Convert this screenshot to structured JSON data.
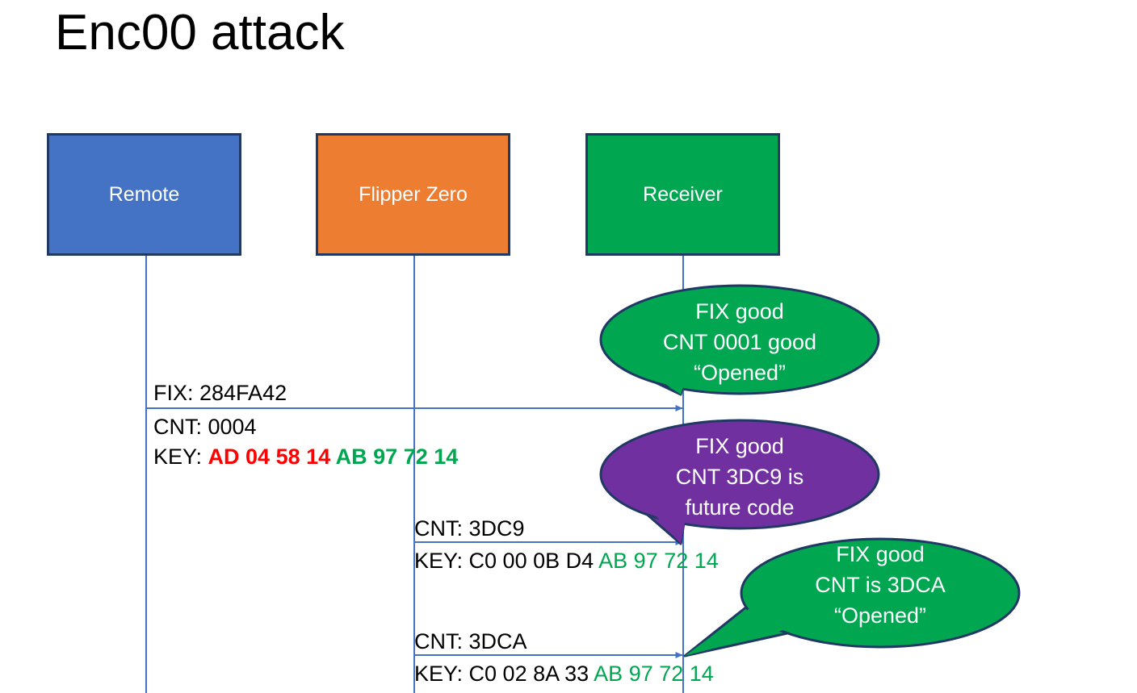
{
  "slide": {
    "title": "Enc00 attack",
    "background": "#FFFFFF"
  },
  "colors": {
    "remote": "#4472C4",
    "flipper": "#ED7D31",
    "receiver": "#00A650",
    "callout_good": "#00A650",
    "callout_future": "#7030A0",
    "box_outline": "#1F3864",
    "lifeline": "#4472C4",
    "hex_red": "#FF0000",
    "hex_green": "#00A650",
    "text": "#000000"
  },
  "actors": [
    {
      "id": "remote",
      "label": "Remote"
    },
    {
      "id": "flipper",
      "label": "Flipper Zero"
    },
    {
      "id": "receiver",
      "label": "Receiver"
    }
  ],
  "messages": [
    {
      "id": "msg1",
      "from": "remote",
      "to": "receiver",
      "fix_line": "FIX: 284FA42",
      "cnt_line": "CNT: 0004",
      "key_label": "KEY: ",
      "key_part_red": "AD 04 58 14",
      "key_part_green": " AB 97 72 14"
    },
    {
      "id": "msg2",
      "from": "flipper",
      "to": "receiver",
      "cnt_line": "CNT: 3DC9",
      "key_label": "KEY: C0 00 0B D4 ",
      "key_part_green": "AB 97 72 14"
    },
    {
      "id": "msg3",
      "from": "flipper",
      "to": "receiver",
      "cnt_line": "CNT: 3DCA",
      "key_label": "KEY: C0 02 8A 33 ",
      "key_part_green": "AB 97 72 14"
    }
  ],
  "callouts": [
    {
      "id": "callout-1",
      "color": "#00A650",
      "line1": "FIX good",
      "line2": "CNT 0001 good",
      "line3": "“Opened”"
    },
    {
      "id": "callout-2",
      "color": "#7030A0",
      "line1": "FIX good",
      "line2": "CNT 3DC9 is",
      "line3": "future code"
    },
    {
      "id": "callout-3",
      "color": "#00A650",
      "line1": "FIX good",
      "line2": "CNT is 3DCA",
      "line3": "“Opened”"
    }
  ]
}
